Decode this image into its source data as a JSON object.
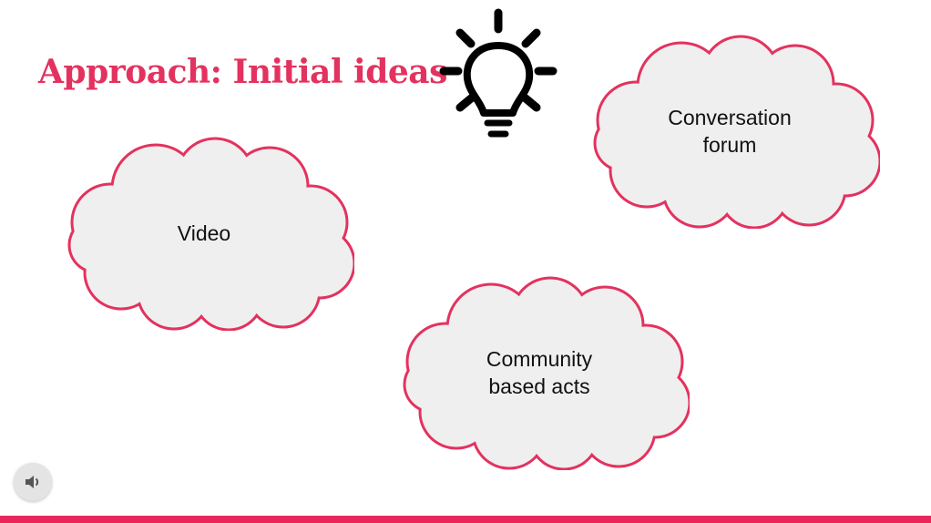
{
  "slide": {
    "title": "Approach: Initial ideas",
    "clouds": [
      {
        "label": "Video"
      },
      {
        "label": "Conversation forum",
        "lines": [
          "Conversation",
          "forum"
        ]
      },
      {
        "label": "Community based acts",
        "lines": [
          "Community",
          "based acts"
        ]
      }
    ],
    "icons": {
      "idea": "lightbulb-icon",
      "audio": "speaker-icon"
    }
  },
  "colors": {
    "accent": "#e3325f",
    "cloud_fill": "#efefef",
    "bar": "#e8275a"
  }
}
